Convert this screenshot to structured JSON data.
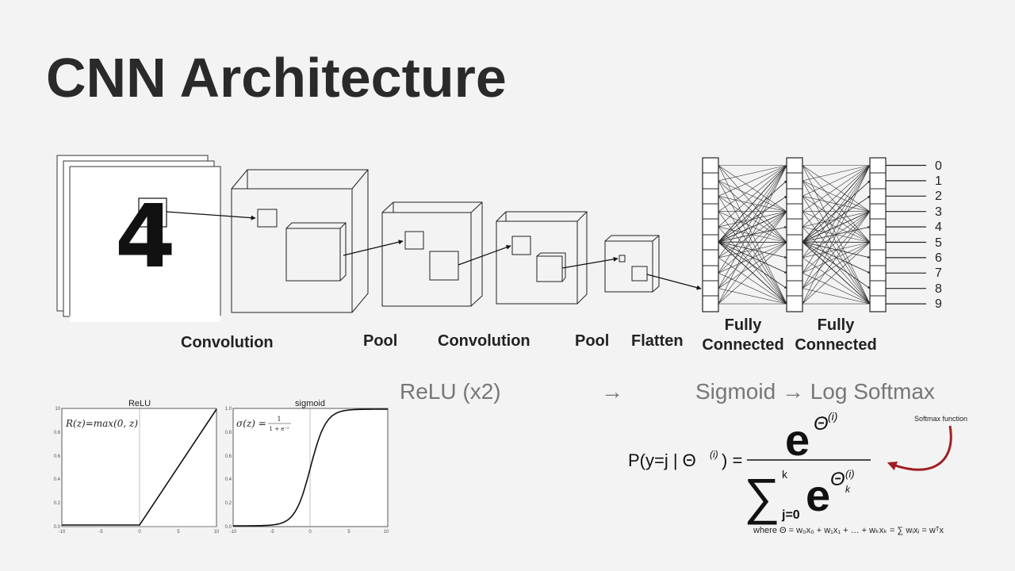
{
  "title": "CNN Architecture",
  "input_digit": "4",
  "layers": {
    "conv1": "Convolution",
    "pool1": "Pool",
    "conv2": "Convolution",
    "pool2": "Pool",
    "flatten": "Flatten",
    "fc1_line1": "Fully",
    "fc1_line2": "Connected",
    "fc2_line1": "Fully",
    "fc2_line2": "Connected"
  },
  "outputs": [
    "0",
    "1",
    "2",
    "3",
    "4",
    "5",
    "6",
    "7",
    "8",
    "9"
  ],
  "activations": {
    "relu": "ReLU (x2)",
    "arrow": "→",
    "sigmoid_softmax": "Sigmoid → Log Softmax"
  },
  "relu_plot": {
    "title": "ReLU",
    "formula": "R(z)=max(0,  z)",
    "x_ticks": [
      "-10",
      "-5",
      "0",
      "5",
      "10"
    ],
    "y_ticks": [
      "0.0",
      "0.2",
      "0.4",
      "0.6",
      "0.8",
      "10"
    ]
  },
  "sigmoid_plot": {
    "title": "sigmoid",
    "formula_lhs": "σ(z) =",
    "formula_num": "1",
    "formula_den": "1 + e⁻ᶻ",
    "x_ticks": [
      "-10",
      "-5",
      "0",
      "5",
      "10"
    ],
    "y_ticks": [
      "0.0",
      "0.2",
      "0.4",
      "0.6",
      "0.8",
      "1.0"
    ]
  },
  "softmax": {
    "label": "Softmax function",
    "lhs": "P(y=j | Θ",
    "lhs_sup": "(i)",
    "lhs_close": ") =",
    "num_base": "e",
    "num_exp": "Θ",
    "num_exp_sup": "(i)",
    "sum_symbol": "∑",
    "sum_upper": "k",
    "sum_lower": "j=0",
    "den_base": "e",
    "den_exp": "Θ",
    "den_exp_sub": "k",
    "den_exp_sup": "(i)",
    "where": "where Θ = w₀x₀ + w₁x₁ + … + wₖxₖ = ∑ wᵢxᵢ = wᵀx"
  },
  "colors": {
    "arrow_accent": "#a01e22",
    "background": "#f3f3f3"
  }
}
